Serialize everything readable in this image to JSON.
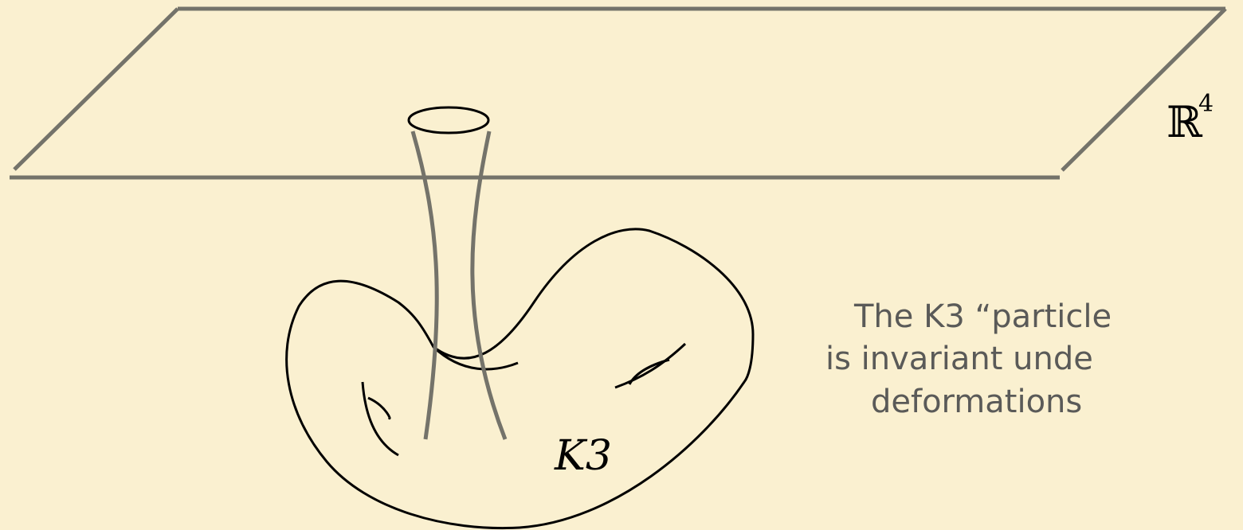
{
  "diagram": {
    "space_label": "ℝ",
    "space_exponent": "4",
    "manifold_label": "K3"
  },
  "caption": {
    "line1": "The K3 “particle",
    "line2": "is invariant unde",
    "line3": "deformations"
  },
  "colors": {
    "background": "#faf0d0",
    "plane_stroke": "#74736a",
    "surface_stroke": "#000000",
    "text": "#5a5a58"
  }
}
